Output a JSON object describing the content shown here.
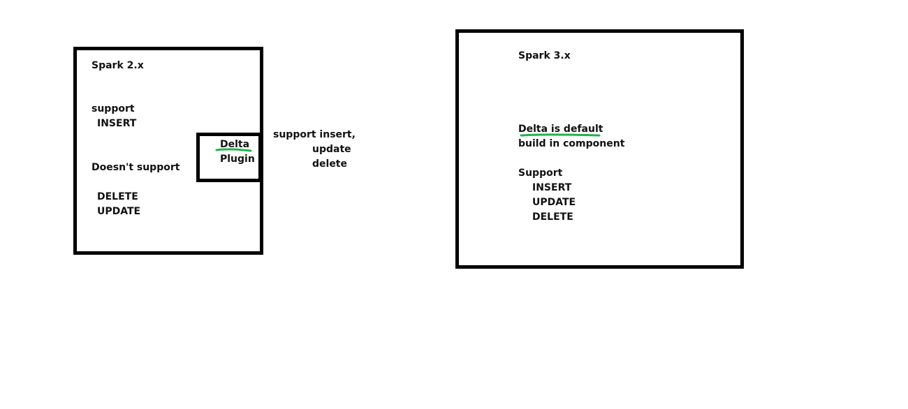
{
  "spark2": {
    "title": "Spark 2.x",
    "support_label": "support",
    "support_items": [
      "INSERT"
    ],
    "not_support_label": "Doesn't support",
    "not_support_items": [
      "DELETE",
      "UPDATE"
    ]
  },
  "plugin": {
    "line1": "Delta",
    "line2": "Plugin"
  },
  "plugin_note": {
    "line1": "support insert,",
    "line2": "update",
    "line3": "delete"
  },
  "spark3": {
    "title": "Spark 3.x",
    "delta_line1": "Delta is default",
    "delta_line2": "build in component",
    "support_label": "Support",
    "support_items": [
      "INSERT",
      "UPDATE",
      "DELETE"
    ]
  },
  "colors": {
    "border": "#000000",
    "underline": "#22b14c",
    "text": "#111111"
  }
}
